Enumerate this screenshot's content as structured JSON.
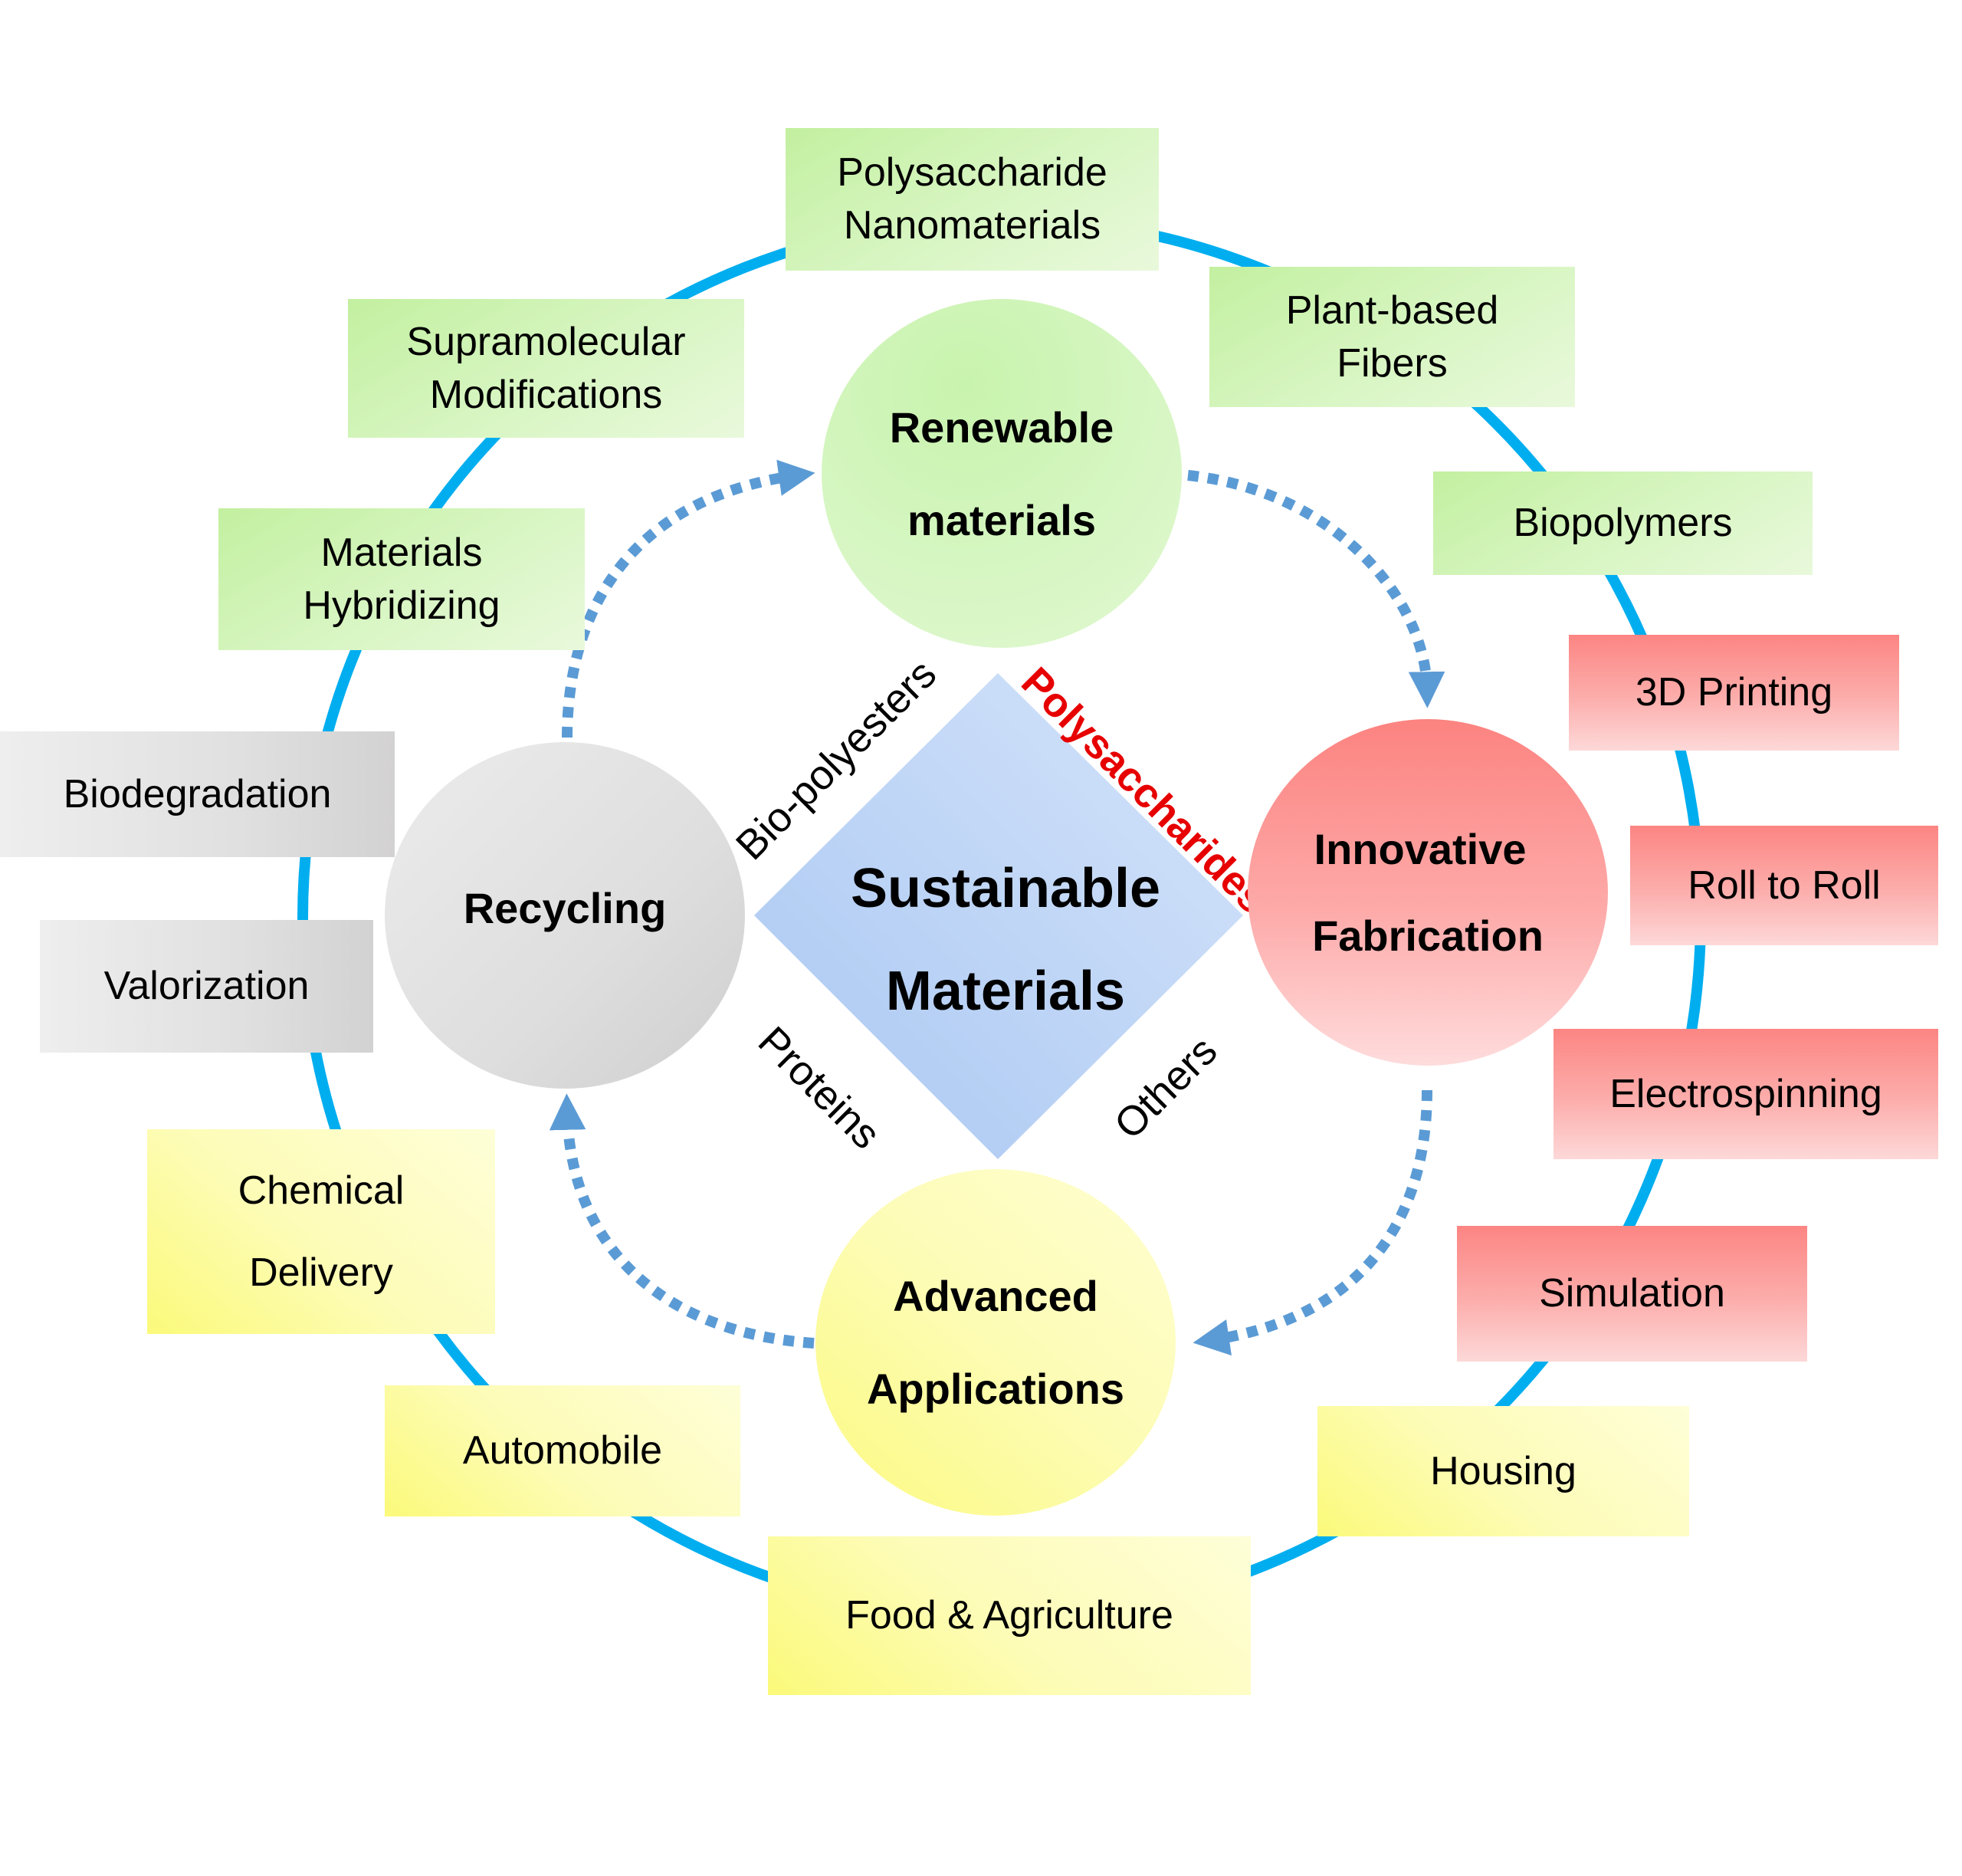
{
  "center": {
    "title_line1": "Sustainable",
    "title_line2": "Materials",
    "color": "#aecbf3"
  },
  "diamond_labels": {
    "top_left": "Bio-polyesters",
    "top_right": "Polysaccharides",
    "bottom_left": "Proteins",
    "bottom_right": "Others",
    "highlight_color": "#e60000"
  },
  "stages": {
    "renewable": {
      "line1": "Renewable",
      "line2": "materials"
    },
    "fabrication": {
      "line1": "Innovative",
      "line2": "Fabrication"
    },
    "applications": {
      "line1": "Advanced",
      "line2": "Applications"
    },
    "recycling": {
      "line1": "Recycling"
    }
  },
  "topics": {
    "green": [
      {
        "line1": "Polysaccharide",
        "line2": "Nanomaterials"
      },
      {
        "line1": "Plant-based",
        "line2": "Fibers"
      },
      {
        "line1": "Biopolymers"
      },
      {
        "line1": "Supramolecular",
        "line2": "Modifications"
      },
      {
        "line1": "Materials",
        "line2": "Hybridizing"
      }
    ],
    "red": [
      {
        "line1": "3D Printing"
      },
      {
        "line1": "Roll to Roll"
      },
      {
        "line1": "Electrospinning"
      },
      {
        "line1": "Simulation"
      }
    ],
    "yellow": [
      {
        "line1": "Housing"
      },
      {
        "line1": "Food & Agriculture"
      },
      {
        "line1": "Automobile"
      },
      {
        "line1": "Chemical",
        "line2": "Delivery"
      }
    ],
    "gray": [
      {
        "line1": "Valorization"
      },
      {
        "line1": "Biodegradation"
      }
    ]
  },
  "colors": {
    "ring": "#00aeef",
    "arrows": "#5b9bd5"
  }
}
